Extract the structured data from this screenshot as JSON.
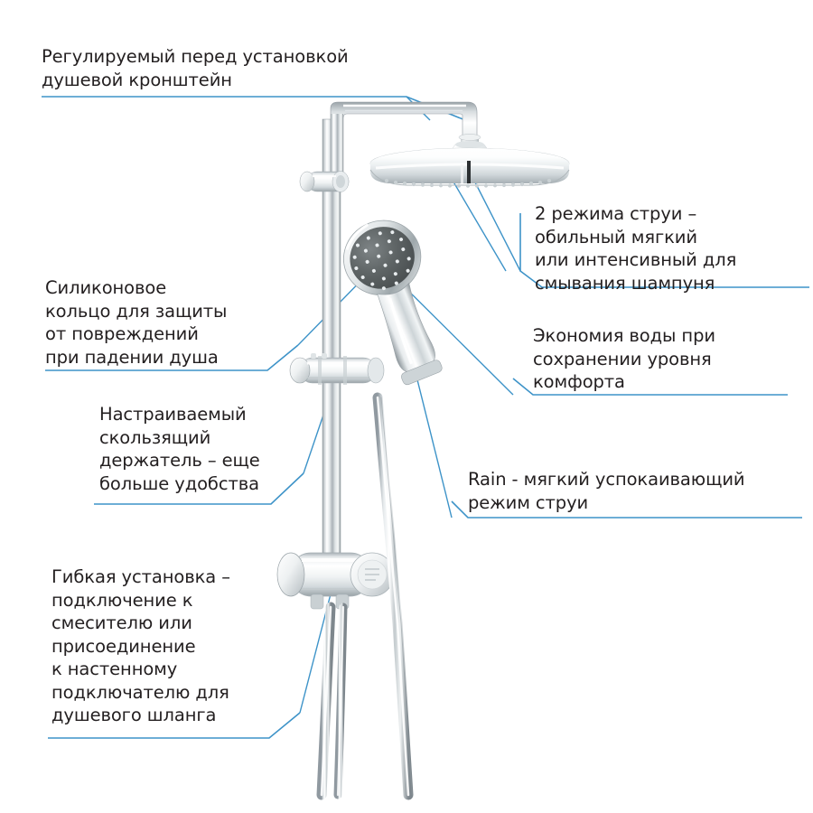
{
  "meta": {
    "accent_line_color": "#3d93c8",
    "text_color": "#231f20",
    "background": "#ffffff",
    "chrome_light": "#f2f4f5",
    "chrome_mid": "#b9c0c4",
    "chrome_dark": "#6d757a",
    "spray_face_color": "#55595a"
  },
  "callouts": {
    "bracket": {
      "text": "Регулируемый перед установкой\nдушевой кронштейн",
      "side": "left"
    },
    "jets": {
      "text": "2 режима струи –\nобильный мягкий\nили интенсивный для\nсмывания шампуня",
      "side": "right"
    },
    "water_saving": {
      "text": "Экономия воды при\nсохранении уровня\nкомфорта",
      "side": "right"
    },
    "rain": {
      "text": "Rain - мягкий успокаивающий\nрежим струи",
      "side": "right"
    },
    "silicone_ring": {
      "text": "Силиконовое\nкольцо для защиты\nот повреждений\nпри падении душа",
      "side": "left"
    },
    "slider": {
      "text": "Настраиваемый\nскользящий\nдержатель – еще\nбольше удобства",
      "side": "left"
    },
    "flexible": {
      "text": "Гибкая установка –\nподключение к\nсмесителю или\nприсоединение\nк настенному\nподключателю для\nдушевого шланга",
      "side": "left"
    }
  },
  "product": {
    "name": "shower-system",
    "parts": [
      "shower-arm",
      "head-shower",
      "riser-pipe",
      "wall-bracket",
      "hand-shower",
      "slider-holder",
      "thermostat-body",
      "shower-hose"
    ]
  }
}
